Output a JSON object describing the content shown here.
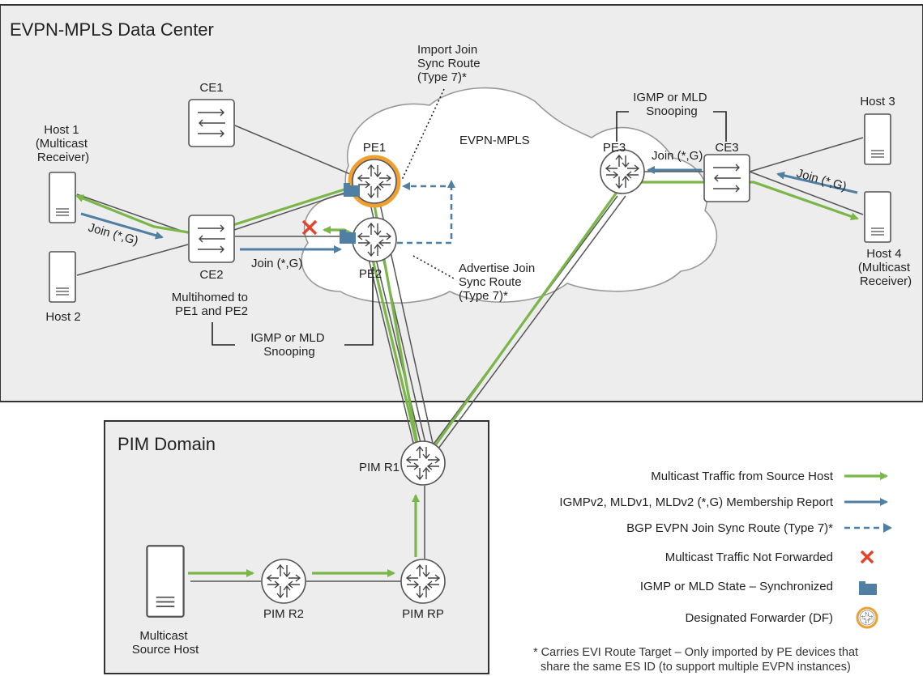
{
  "regions": {
    "datacenter_title": "EVPN-MPLS Data Center",
    "cloud_label": "EVPN-MPLS",
    "pim_title": "PIM Domain"
  },
  "devices": {
    "ce1": "CE1",
    "ce2": "CE2",
    "ce3": "CE3",
    "pe1": "PE1",
    "pe2": "PE2",
    "pe3": "PE3",
    "pim_r1": "PIM R1",
    "pim_r2": "PIM R2",
    "pim_rp": "PIM RP"
  },
  "hosts": {
    "host1": [
      "Host 1",
      "(Multicast",
      "Receiver)"
    ],
    "host2": [
      "Host 2"
    ],
    "host3": [
      "Host 3"
    ],
    "host4": [
      "Host 4",
      "(Multicast",
      "Receiver)"
    ],
    "source": [
      "Multicast",
      "Source Host"
    ]
  },
  "annotations": {
    "join_host1": "Join (*,G)",
    "join_ce2": "Join (*,G)",
    "join_ce3": "Join (*,G)",
    "join_host4": "Join (*,G)",
    "multihomed": [
      "Multihomed to",
      "PE1 and PE2"
    ],
    "snooping_left": [
      "IGMP or MLD",
      "Snooping"
    ],
    "snooping_right": [
      "IGMP or MLD",
      "Snooping"
    ],
    "import_sync": [
      "Import Join",
      "Sync Route",
      "(Type 7)*"
    ],
    "advertise_sync": [
      "Advertise Join",
      "Sync Route",
      "(Type 7)*"
    ]
  },
  "legend": [
    {
      "label": "Multicast Traffic from Source Host",
      "symbol": "green-arrow"
    },
    {
      "label": "IGMPv2, MLDv1, MLDv2  (*,G) Membership Report",
      "symbol": "blue-arrow"
    },
    {
      "label": "BGP EVPN Join Sync Route (Type 7)*",
      "symbol": "dashed-arrow"
    },
    {
      "label": "Multicast Traffic Not Forwarded",
      "symbol": "red-x"
    },
    {
      "label": "IGMP or MLD State – Synchronized",
      "symbol": "folder"
    },
    {
      "label": "Designated Forwarder (DF)",
      "symbol": "df-ring"
    }
  ],
  "footnote": [
    "* Carries EVI Route Target – Only imported by PE devices that",
    "share the same ES ID (to support multiple EVPN instances)"
  ],
  "colors": {
    "green": "#7ab648",
    "blue": "#4f7fa3",
    "orange": "#f0a030",
    "red": "#e8402a",
    "region_fill": "#ededed"
  }
}
